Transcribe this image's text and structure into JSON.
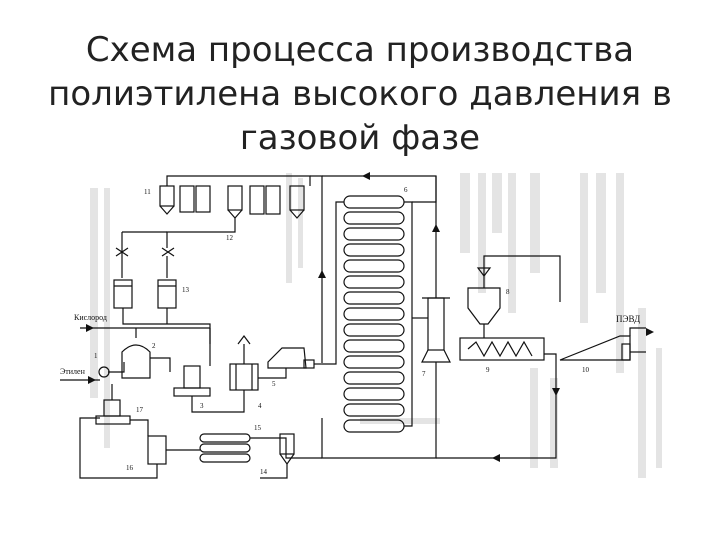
{
  "slide": {
    "title_lines": [
      "Схема процесса производства",
      "полиэтилена высокого давления в",
      "газовой фазе"
    ]
  },
  "diagram": {
    "stream_labels": {
      "oxygen": "Кислород",
      "ethylene": "Этилен",
      "product": "ПЭВД"
    },
    "unit_numbers": [
      "1",
      "2",
      "3",
      "4",
      "5",
      "6",
      "7",
      "8",
      "9",
      "10",
      "11",
      "12",
      "13",
      "14",
      "15",
      "16",
      "17"
    ],
    "colors": {
      "ink": "#111111",
      "background_scan": "#e6e6e6"
    }
  }
}
